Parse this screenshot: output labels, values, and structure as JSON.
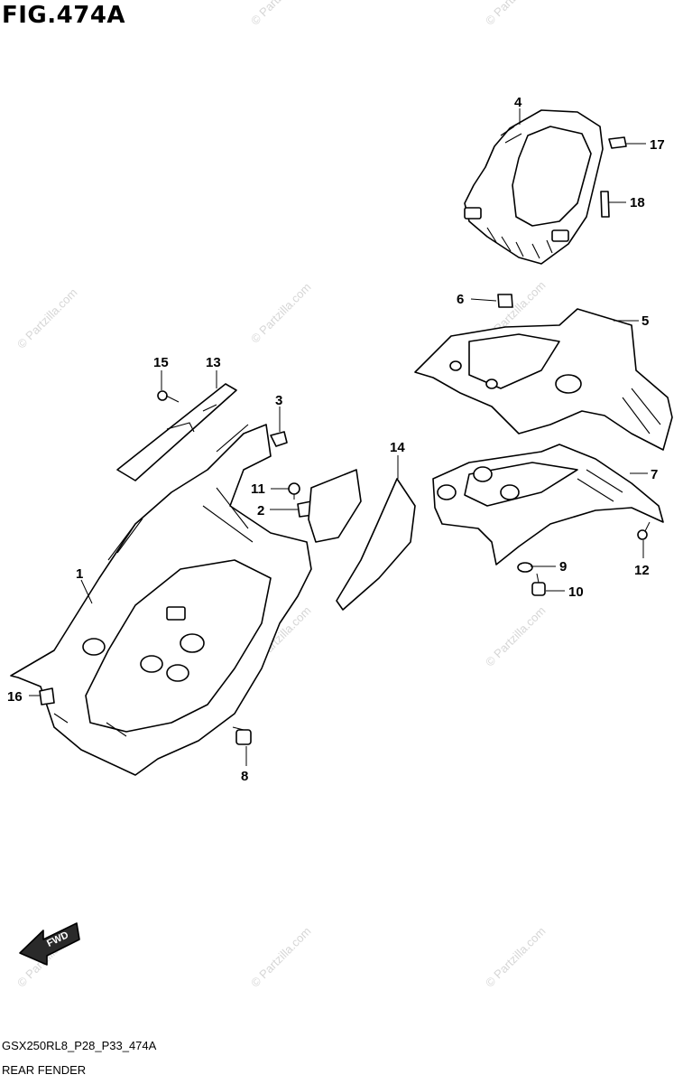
{
  "figure": {
    "title": "FIG.474A",
    "code": "GSX250RL8_P28_P33_474A",
    "name": "REAR FENDER",
    "direction_label": "FWD"
  },
  "watermark": {
    "text": "© Partzilla.com"
  },
  "callouts": {
    "c1": "1",
    "c2": "2",
    "c3": "3",
    "c4": "4",
    "c5": "5",
    "c6": "6",
    "c7": "7",
    "c8": "8",
    "c9": "9",
    "c10": "10",
    "c11": "11",
    "c12": "12",
    "c13": "13",
    "c14": "14",
    "c15": "15",
    "c16": "16",
    "c17": "17",
    "c18": "18"
  }
}
